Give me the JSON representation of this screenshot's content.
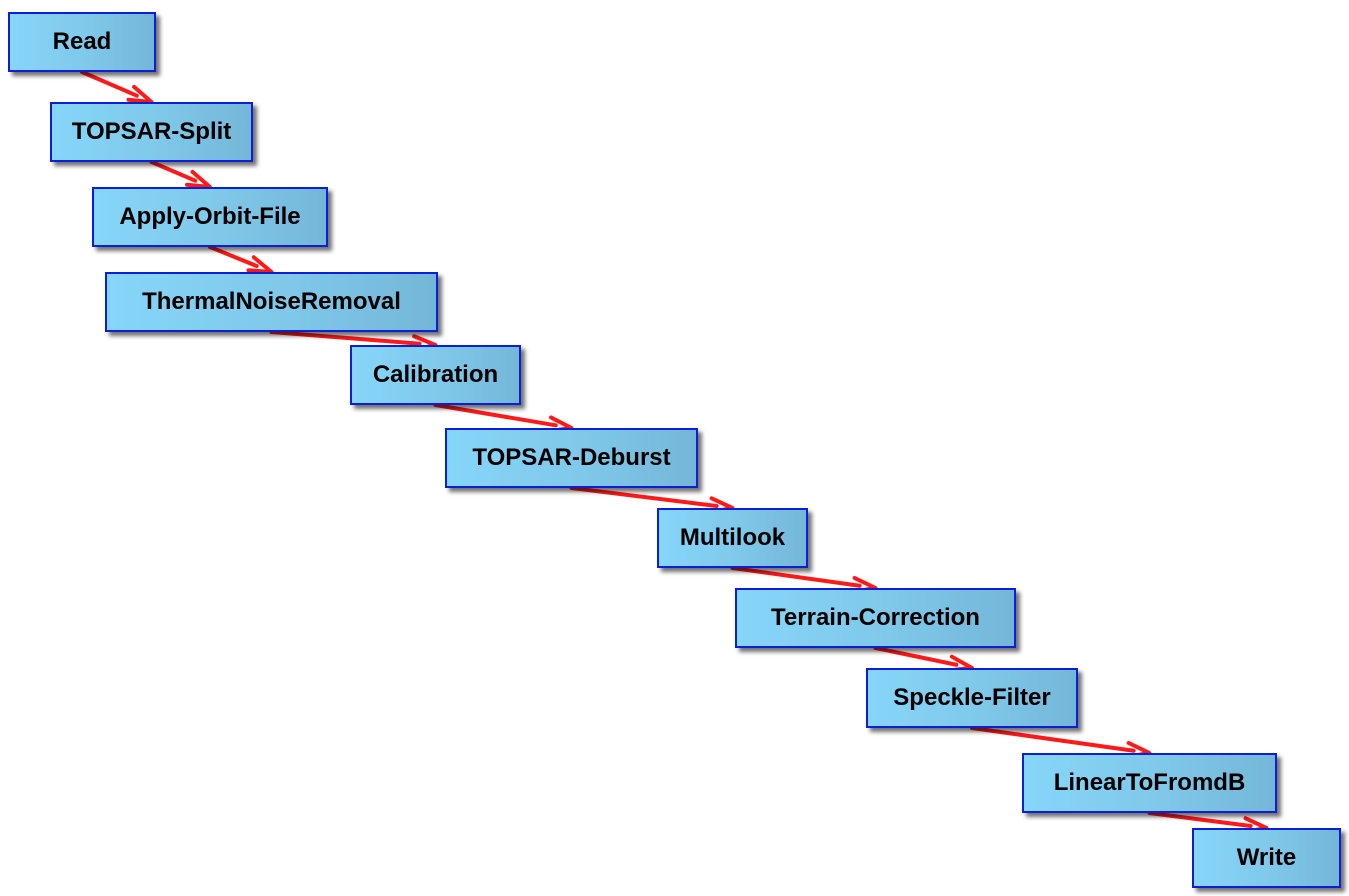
{
  "graph": {
    "nodes": [
      {
        "id": "read",
        "label": "Read"
      },
      {
        "id": "split",
        "label": "TOPSAR-Split"
      },
      {
        "id": "orbit",
        "label": "Apply-Orbit-File"
      },
      {
        "id": "thermal",
        "label": "ThermalNoiseRemoval"
      },
      {
        "id": "calib",
        "label": "Calibration"
      },
      {
        "id": "deburst",
        "label": "TOPSAR-Deburst"
      },
      {
        "id": "multi",
        "label": "Multilook"
      },
      {
        "id": "terrain",
        "label": "Terrain-Correction"
      },
      {
        "id": "speckle",
        "label": "Speckle-Filter"
      },
      {
        "id": "linear",
        "label": "LinearToFromdB"
      },
      {
        "id": "write",
        "label": "Write"
      }
    ],
    "edges": [
      {
        "from": "read",
        "to": "split"
      },
      {
        "from": "split",
        "to": "orbit"
      },
      {
        "from": "orbit",
        "to": "thermal"
      },
      {
        "from": "thermal",
        "to": "calib"
      },
      {
        "from": "calib",
        "to": "deburst"
      },
      {
        "from": "deburst",
        "to": "multi"
      },
      {
        "from": "multi",
        "to": "terrain"
      },
      {
        "from": "terrain",
        "to": "speckle"
      },
      {
        "from": "speckle",
        "to": "linear"
      },
      {
        "from": "linear",
        "to": "write"
      }
    ],
    "colors": {
      "node_fill_start": "#86d6f9",
      "node_fill_end": "#74b6d8",
      "node_border": "#0b1fd6",
      "edge": "#ff1a1a",
      "background": "#ffffff"
    }
  }
}
